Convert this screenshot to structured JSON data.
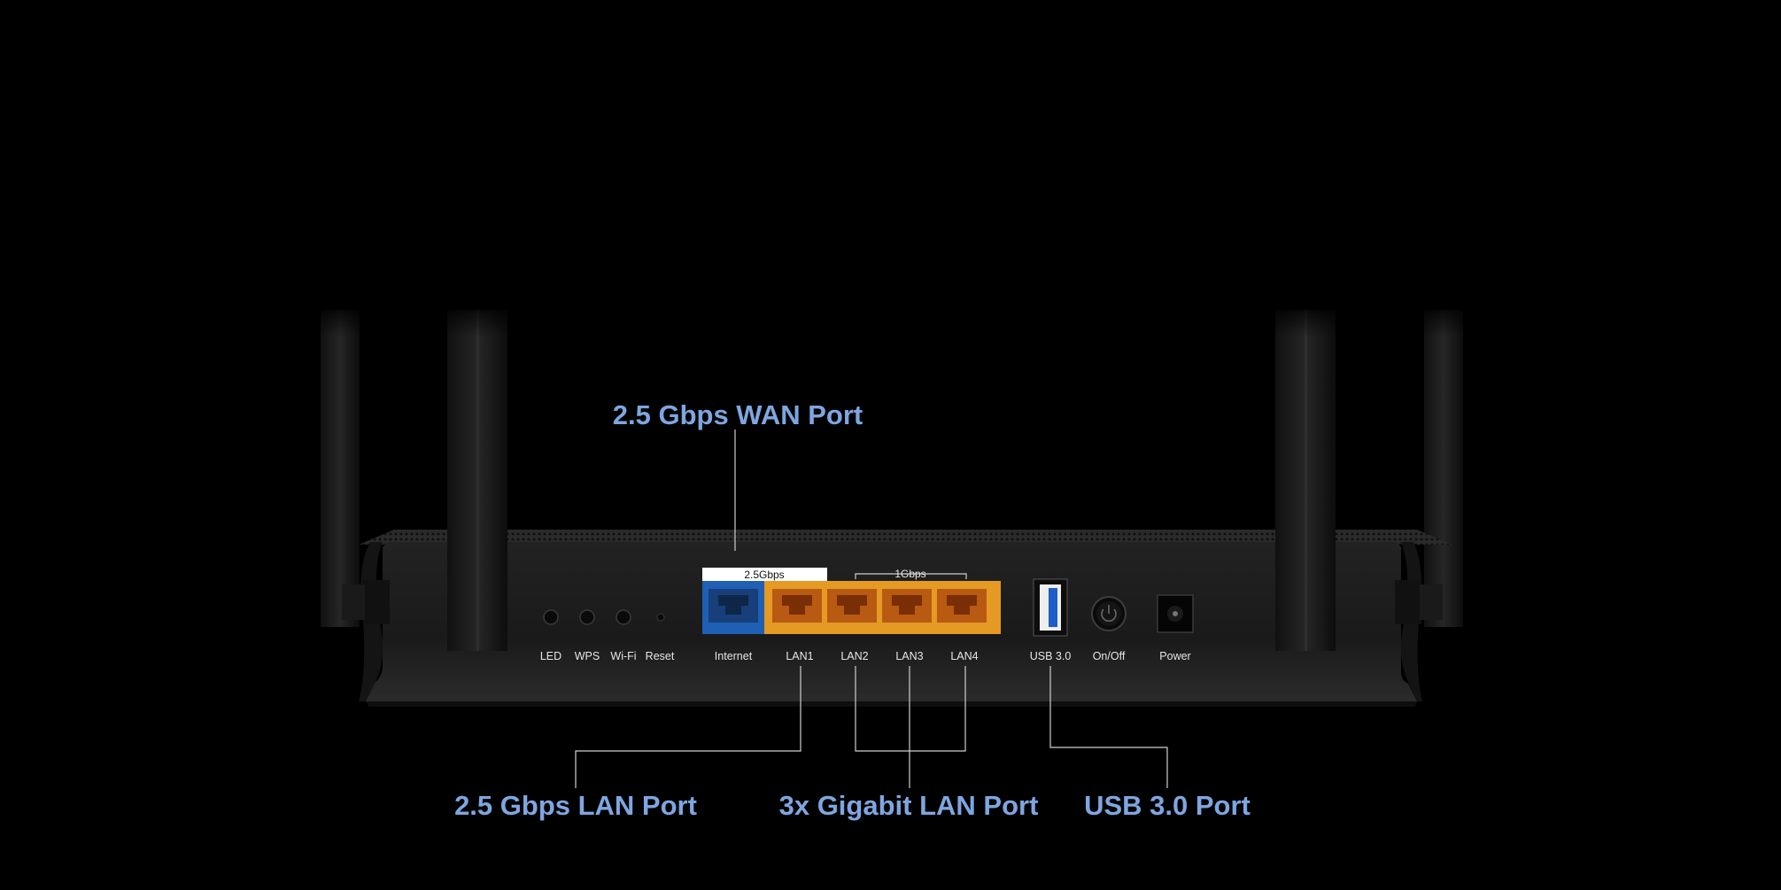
{
  "colors": {
    "background": "#000000",
    "callout_text": "#7ea6e0",
    "wan_port": "#1f5fb4",
    "lan_ports": "#e59a24",
    "router_body": "#1c1c1d",
    "line": "#cfcfcf"
  },
  "callouts": {
    "wan": "2.5 Gbps WAN Port",
    "lan25": "2.5 Gbps LAN Port",
    "gigabit": "3x Gigabit LAN Port",
    "usb": "USB 3.0 Port"
  },
  "speed_labels": {
    "wan": "2.5Gbps",
    "lan": "1Gbps"
  },
  "port_labels": {
    "led": "LED",
    "wps": "WPS",
    "wifi": "Wi-Fi",
    "reset": "Reset",
    "internet": "Internet",
    "lan1": "LAN1",
    "lan2": "LAN2",
    "lan3": "LAN3",
    "lan4": "LAN4",
    "usb": "USB 3.0",
    "onoff": "On/Off",
    "power": "Power"
  },
  "icons": {
    "power_button": "power-symbol-icon",
    "ethernet_port": "ethernet-port-icon",
    "usb_port": "usb-port-icon"
  }
}
